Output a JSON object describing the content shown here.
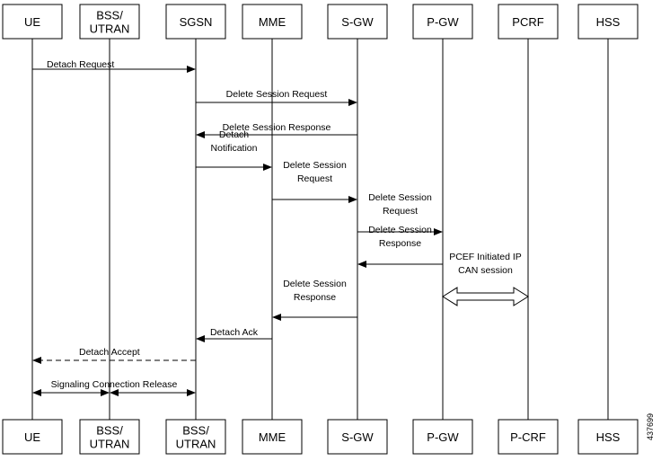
{
  "diagram": {
    "type": "sequence",
    "figure_id": "437699",
    "top_nodes": [
      {
        "id": "ue",
        "lines": [
          "UE"
        ]
      },
      {
        "id": "bss",
        "lines": [
          "BSS/",
          "UTRAN"
        ]
      },
      {
        "id": "sgsn",
        "lines": [
          "SGSN"
        ]
      },
      {
        "id": "mme",
        "lines": [
          "MME"
        ]
      },
      {
        "id": "sgw",
        "lines": [
          "S-GW"
        ]
      },
      {
        "id": "pgw",
        "lines": [
          "P-GW"
        ]
      },
      {
        "id": "pcrf",
        "lines": [
          "PCRF"
        ]
      },
      {
        "id": "hss",
        "lines": [
          "HSS"
        ]
      }
    ],
    "bottom_nodes": [
      {
        "id": "ue",
        "lines": [
          "UE"
        ]
      },
      {
        "id": "bss",
        "lines": [
          "BSS/",
          "UTRAN"
        ]
      },
      {
        "id": "sgsn",
        "lines": [
          "BSS/",
          "UTRAN"
        ]
      },
      {
        "id": "mme",
        "lines": [
          "MME"
        ]
      },
      {
        "id": "sgw",
        "lines": [
          "S-GW"
        ]
      },
      {
        "id": "pgw",
        "lines": [
          "P-GW"
        ]
      },
      {
        "id": "pcrf",
        "lines": [
          "P-CRF"
        ]
      },
      {
        "id": "hss",
        "lines": [
          "HSS"
        ]
      }
    ],
    "messages": [
      {
        "id": "detach-request",
        "from": "ue",
        "to": "sgsn",
        "style": "solid",
        "lines": [
          "Detach Request"
        ]
      },
      {
        "id": "delete-session-request-1",
        "from": "sgsn",
        "to": "sgw",
        "style": "solid",
        "lines": [
          "Delete Session Request"
        ]
      },
      {
        "id": "delete-session-response-1",
        "from": "sgw",
        "to": "sgsn",
        "style": "solid",
        "lines": [
          "Delete Session Response"
        ]
      },
      {
        "id": "detach-notification",
        "from": "sgsn",
        "to": "mme",
        "style": "solid",
        "lines": [
          "Detach",
          "Notification"
        ]
      },
      {
        "id": "delete-session-request-2",
        "from": "mme",
        "to": "sgw",
        "style": "solid",
        "lines": [
          "Delete Session",
          "Request"
        ]
      },
      {
        "id": "delete-session-request-3",
        "from": "sgw",
        "to": "pgw",
        "style": "solid",
        "lines": [
          "Delete Session",
          "Request"
        ]
      },
      {
        "id": "delete-session-response-2",
        "from": "pgw",
        "to": "sgw",
        "style": "solid",
        "lines": [
          "Delete Session",
          "Response"
        ]
      },
      {
        "id": "pcef-initiated-ip-can-session",
        "from": "pgw",
        "to": "pcrf",
        "style": "double",
        "lines": [
          "PCEF Initiated IP",
          "CAN session"
        ]
      },
      {
        "id": "delete-session-response-3",
        "from": "sgw",
        "to": "mme",
        "style": "solid",
        "lines": [
          "Delete Session",
          "Response"
        ]
      },
      {
        "id": "detach-ack",
        "from": "mme",
        "to": "sgsn",
        "style": "solid",
        "lines": [
          "Detach Ack"
        ]
      },
      {
        "id": "detach-accept",
        "from": "sgsn",
        "to": "ue",
        "style": "dashed",
        "lines": [
          "Detach Accept"
        ]
      },
      {
        "id": "signaling-connection-release",
        "from": "ue",
        "to": "sgsn",
        "via": "bss",
        "style": "bidirectional",
        "lines": [
          "Signaling Connection Release"
        ]
      }
    ]
  }
}
